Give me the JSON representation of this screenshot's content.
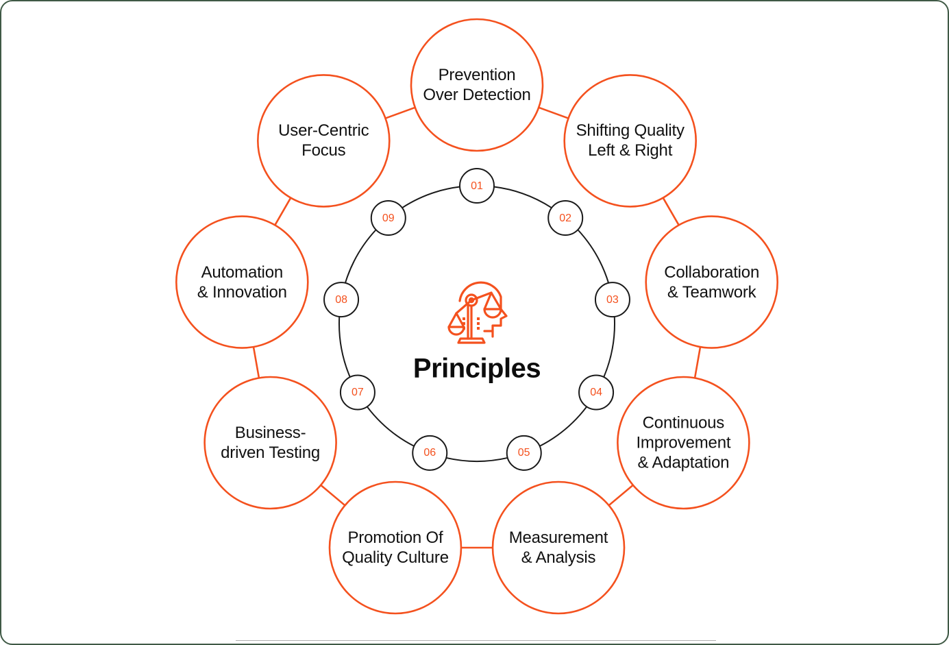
{
  "center": {
    "title": "Principles",
    "icon": "head-with-scales-icon",
    "accent_color": "#f4511e",
    "text_color": "#111111",
    "ring_color": "#1a1a1a"
  },
  "inner_ring": {
    "numbers": [
      "01",
      "02",
      "03",
      "04",
      "05",
      "06",
      "07",
      "08",
      "09"
    ]
  },
  "nodes": [
    {
      "number": "01",
      "label": "Prevention\nOver Detection"
    },
    {
      "number": "02",
      "label": "Shifting Quality\nLeft & Right"
    },
    {
      "number": "03",
      "label": "Collaboration\n& Teamwork"
    },
    {
      "number": "04",
      "label": "Continuous\nImprovement\n& Adaptation"
    },
    {
      "number": "05",
      "label": "Measurement\n& Analysis"
    },
    {
      "number": "06",
      "label": "Promotion Of\nQuality Culture"
    },
    {
      "number": "07",
      "label": "Business-\ndriven Testing"
    },
    {
      "number": "08",
      "label": "Automation\n& Innovation"
    },
    {
      "number": "09",
      "label": "User-Centric\nFocus"
    }
  ],
  "footer": {
    "rule": "horizontal-divider"
  }
}
